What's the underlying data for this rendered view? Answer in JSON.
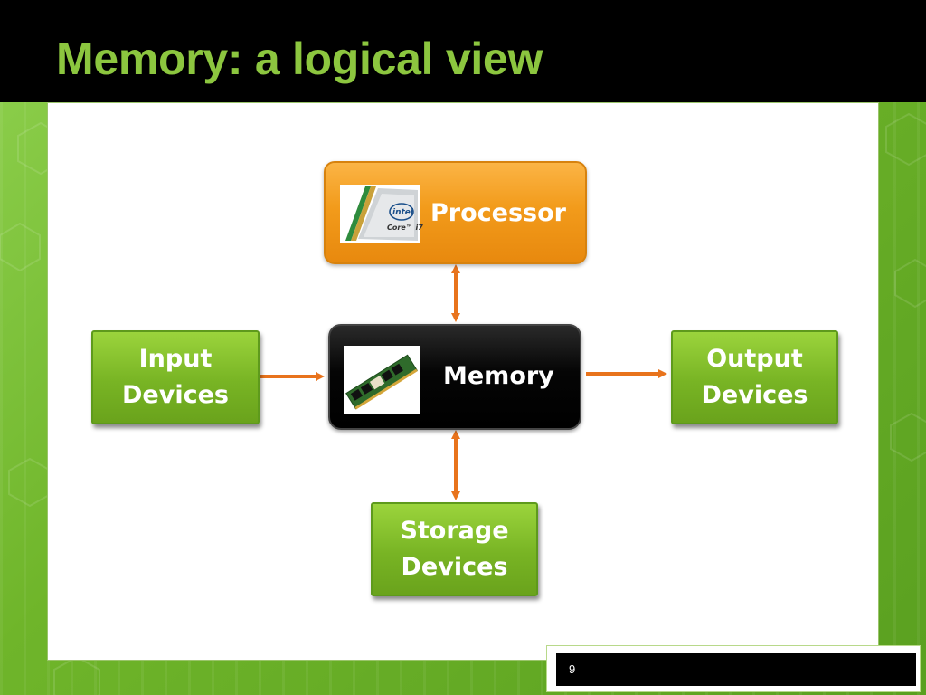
{
  "slide": {
    "title": "Memory: a logical view",
    "page_number": "9"
  },
  "diagram": {
    "processor": {
      "label": "Processor",
      "icon": "intel-core-i7-chip-icon"
    },
    "memory": {
      "label": "Memory",
      "icon": "ram-module-icon"
    },
    "input": {
      "line1": "Input",
      "line2": "Devices"
    },
    "output": {
      "line1": "Output",
      "line2": "Devices"
    },
    "storage": {
      "line1": "Storage",
      "line2": "Devices"
    },
    "chip_text": {
      "brand": "intel",
      "model": "Core™ i7"
    },
    "colors": {
      "green": "#7ab82a",
      "orange": "#f29b1b",
      "black": "#000000",
      "arrow": "#e8731c",
      "title": "#8cc63f"
    }
  }
}
